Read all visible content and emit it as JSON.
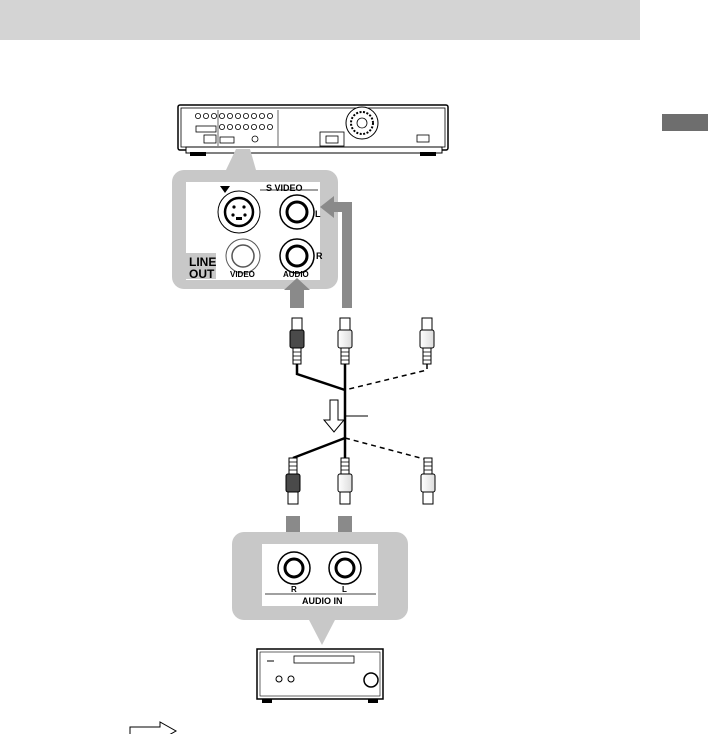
{
  "header": {
    "title": ""
  },
  "player_panel": {
    "svideo_label": "S VIDEO",
    "line_out_line1": "LINE",
    "line_out_line2": "OUT",
    "video_label": "VIDEO",
    "audio_label": "AUDIO",
    "left_label": "L",
    "right_label": "R"
  },
  "amp_panel": {
    "right_label": "R",
    "left_label": "L",
    "audio_in_label": "AUDIO IN"
  },
  "colors": {
    "header_bar": "#d4d4d4",
    "section_tab": "#6e6e6e",
    "callout_fill": "#c8c8c8",
    "signal_arrow": "#8a8a8a"
  },
  "icons": [
    "player-device-icon",
    "amplifier-device-icon",
    "rca-plug-icon",
    "signal-flow-arrow-icon",
    "cable-direction-arrow-icon"
  ]
}
